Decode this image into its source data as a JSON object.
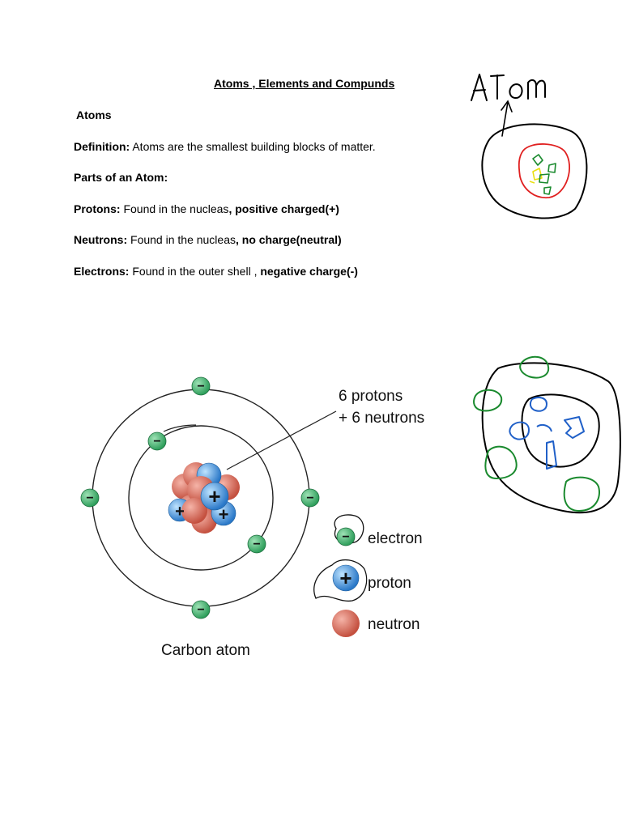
{
  "document": {
    "title": "Atoms , Elements and Compunds",
    "section_heading": "Atoms",
    "definition": {
      "label": "Definition:",
      "text": " Atoms are the smallest building blocks of matter."
    },
    "parts_heading": "Parts of an Atom:",
    "protons": {
      "label": "Protons:",
      "text": " Found in the nucleas",
      "emphasis": ", positive charged(+)"
    },
    "neutrons": {
      "label": "Neutrons:",
      "text": " Found in the nucleas",
      "emphasis": ", no charge(neutral)"
    },
    "electrons": {
      "label": "Electrons:",
      "text": " Found in the outer shell , ",
      "emphasis": "negative charge(-)"
    }
  },
  "sketch": {
    "label": "Atom"
  },
  "diagram": {
    "nucleus_label_line1": "6 protons",
    "nucleus_label_line2": "+ 6 neutrons",
    "caption": "Carbon atom",
    "legend": {
      "electron": "electron",
      "proton": "proton",
      "neutron": "neutron"
    },
    "electron_symbol": "−",
    "proton_symbol": "+",
    "colors": {
      "electron": "#2e9e5b",
      "proton": "#3b8fd6",
      "neutron": "#d9695a",
      "sketch_green": "#1a8a2e",
      "sketch_red": "#e02020",
      "sketch_yellow": "#e8e010",
      "sketch_blue": "#2060c8"
    }
  }
}
